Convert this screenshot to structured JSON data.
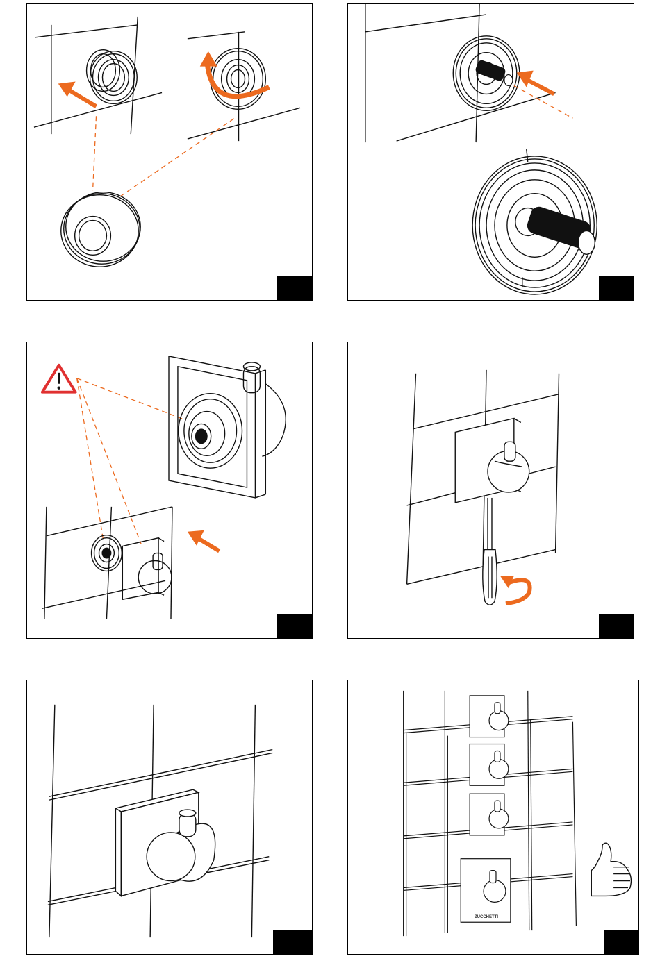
{
  "colors": {
    "accent": "#ec6a1f",
    "line": "#111111",
    "warning_fill": "#e03030",
    "step_box": "#000000"
  },
  "panels": [
    {
      "name": "step-panel-1",
      "icon": "valve-cover-removal"
    },
    {
      "name": "step-panel-2",
      "icon": "spindle-insertion"
    },
    {
      "name": "step-panel-3",
      "icon": "warning-triangle-icon"
    },
    {
      "name": "step-panel-4",
      "icon": "screwdriver-icon"
    },
    {
      "name": "step-panel-5",
      "icon": "mounted-handle"
    },
    {
      "name": "step-panel-6",
      "icon": "thumbs-up-icon"
    }
  ],
  "brand": {
    "label": "ZUCCHETTI"
  }
}
